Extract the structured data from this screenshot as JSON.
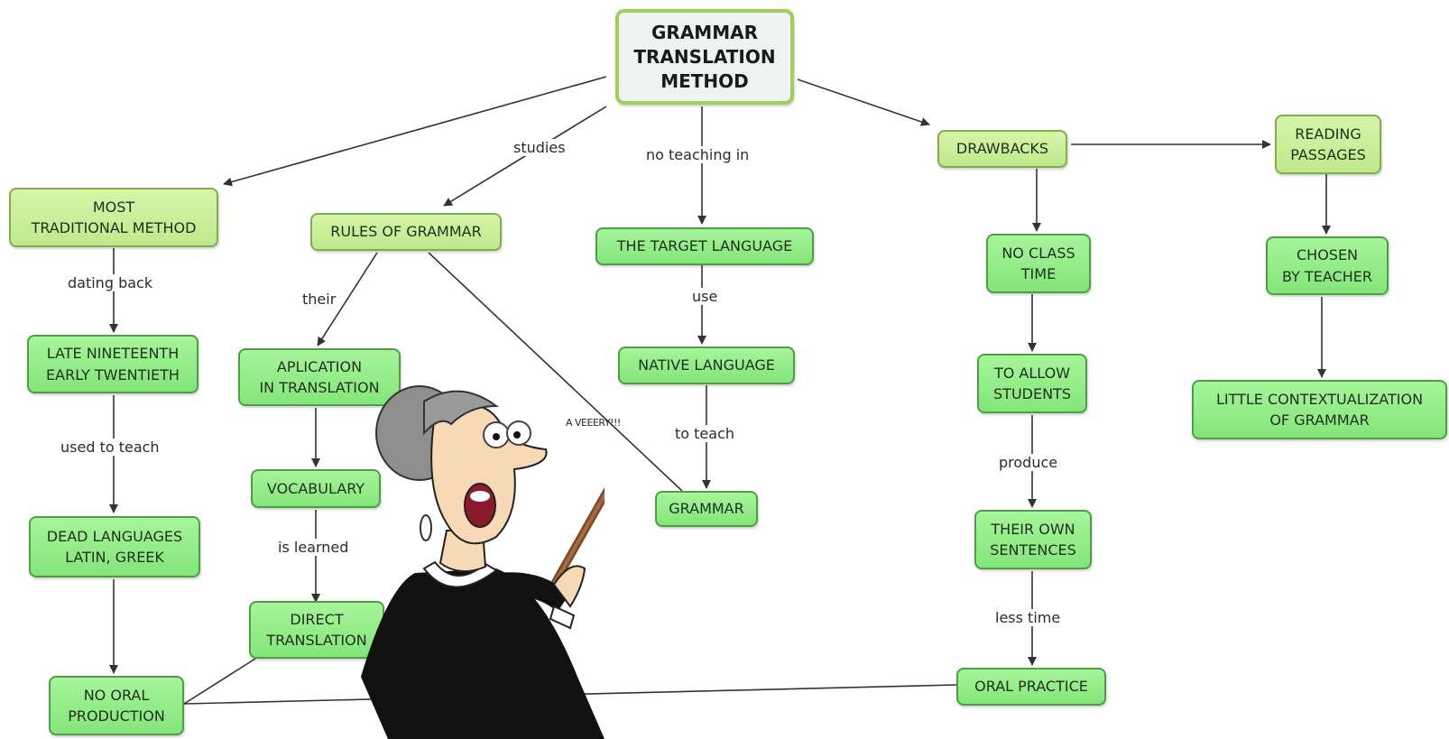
{
  "nodes": {
    "title": "GRAMMAR\nTRANSLATION\nMETHOD",
    "most_traditional": "MOST\nTRADITIONAL METHOD",
    "late_nineteenth": "LATE NINETEENTH\nEARLY TWENTIETH",
    "dead_languages": "DEAD LANGUAGES\nLATIN, GREEK",
    "no_oral_production": "NO ORAL\nPRODUCTION",
    "rules_of_grammar": "RULES OF GRAMMAR",
    "aplication": "APLICATION\nIN TRANSLATION",
    "vocabulary": "VOCABULARY",
    "direct_translation": "DIRECT\nTRANSLATION",
    "target_language": "THE TARGET LANGUAGE",
    "native_language": "NATIVE LANGUAGE",
    "grammar": "GRAMMAR",
    "drawbacks": "DRAWBACKS",
    "no_class_time": "NO CLASS\nTIME",
    "to_allow_students": "TO ALLOW\nSTUDENTS",
    "their_own_sentences": "THEIR OWN\nSENTENCES",
    "oral_practice": "ORAL PRACTICE",
    "reading_passages": "READING\nPASSAGES",
    "chosen_by_teacher": "CHOSEN\nBY TEACHER",
    "little_contextualization": "LITTLE CONTEXTUALIZATION\nOF GRAMMAR"
  },
  "labels": {
    "studies": "studies",
    "no_teaching_in": "no teaching in",
    "dating_back": "dating back",
    "used_to_teach": "used to teach",
    "their": "their",
    "is_learned": "is learned",
    "use": "use",
    "to_teach": "to teach",
    "produce": "produce",
    "less_time": "less time",
    "a_veeery": "A VEEERY!!!"
  },
  "colors": {
    "node_fill": "#95ee88",
    "node_border": "#4f9e46",
    "title_border": "#9fd05a",
    "connector": "#333333"
  },
  "illustration": "cartoon-teacher-with-pointer"
}
